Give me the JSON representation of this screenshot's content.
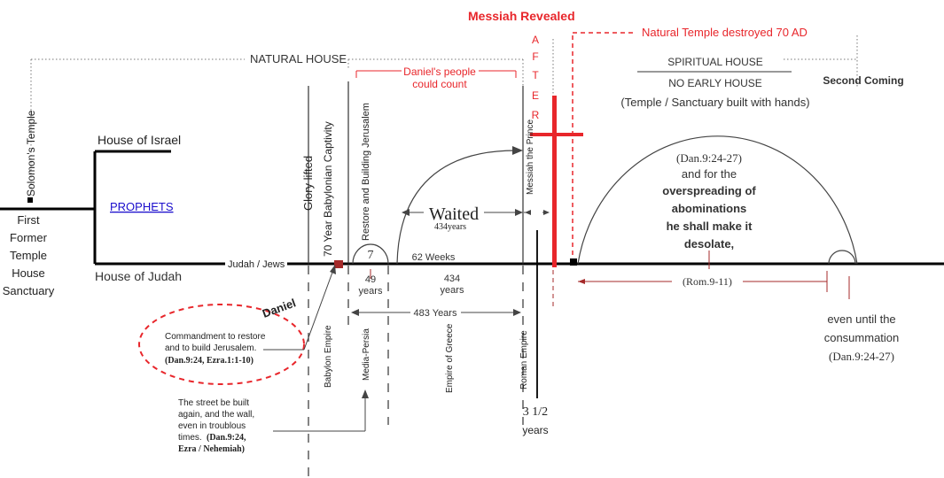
{
  "top": {
    "messiah_revealed": "Messiah Revealed",
    "after_letters": [
      "A",
      "F",
      "T",
      "E",
      "R"
    ],
    "temple_destroyed": "Natural Temple destroyed 70 AD",
    "natural_house": "NATURAL HOUSE",
    "daniels_people_1": "Daniel's people",
    "daniels_people_2": "could count",
    "spiritual_house": "SPIRITUAL HOUSE",
    "no_early_house": "NO EARLY HOUSE",
    "temple_hands": "(Temple / Sanctuary built with hands)",
    "second_coming": "Second Coming"
  },
  "left": {
    "solomons_temple": "Solomon's Temple",
    "house_of_israel": "House of Israel",
    "house_of_judah": "House of Judah",
    "prophets_link": "PROPHETS",
    "first_lines": [
      "First",
      "Former",
      "Temple",
      "House",
      "Sanctuary"
    ],
    "judah_jews": "Judah / Jews"
  },
  "vertical_labels": {
    "glory_lifted": "Glory lifted",
    "captivity": "70 Year Babylonian Captivity",
    "restore_building": "Restore and Building Jerusalem",
    "messiah_prince": "Messiah the Prince",
    "babylon_empire": "Babylon Empire",
    "media_persia": "Media-Persia",
    "empire_greece": "Empire of Greece",
    "roman_empire": "Roman Empire"
  },
  "timeline": {
    "seven": "7",
    "forty_nine": "49",
    "years_a": "years",
    "sixty_two_weeks": "62 Weeks",
    "four_thirty_four": "434",
    "years_b": "years",
    "waited": "Waited",
    "waited_years": "434years",
    "four_eighty_three": "483 Years",
    "three_half": "3 1/2",
    "years_c": "years"
  },
  "lower_left": {
    "daniel": "Daniel",
    "commandment": [
      "Commandment to restore",
      "and to build Jerusalem."
    ],
    "commandment_ref": "(Dan.9:24, Ezra.1:1-10)",
    "street": [
      "The street be built",
      "again, and the wall,",
      "even in troublous",
      "times."
    ],
    "street_ref_1": "(Dan.9:24,",
    "street_ref_2": "Ezra / Nehemiah)"
  },
  "right": {
    "dan_ref": "(Dan.9:24-27)",
    "and_for_the": "and for the",
    "bold_lines": [
      "overspreading of",
      "abominations",
      "he shall make it",
      "desolate,"
    ],
    "rom_ref": "(Rom.9-11)",
    "even_until": "even until the",
    "consummation": "consummation",
    "dan_ref_2": "(Dan.9:24-27)"
  },
  "colors": {
    "red": "#e8262b",
    "dark_red": "#a52a2a",
    "maroon": "#8b1a1a",
    "link_blue": "#1a0dcc",
    "text_dark": "#222222"
  }
}
